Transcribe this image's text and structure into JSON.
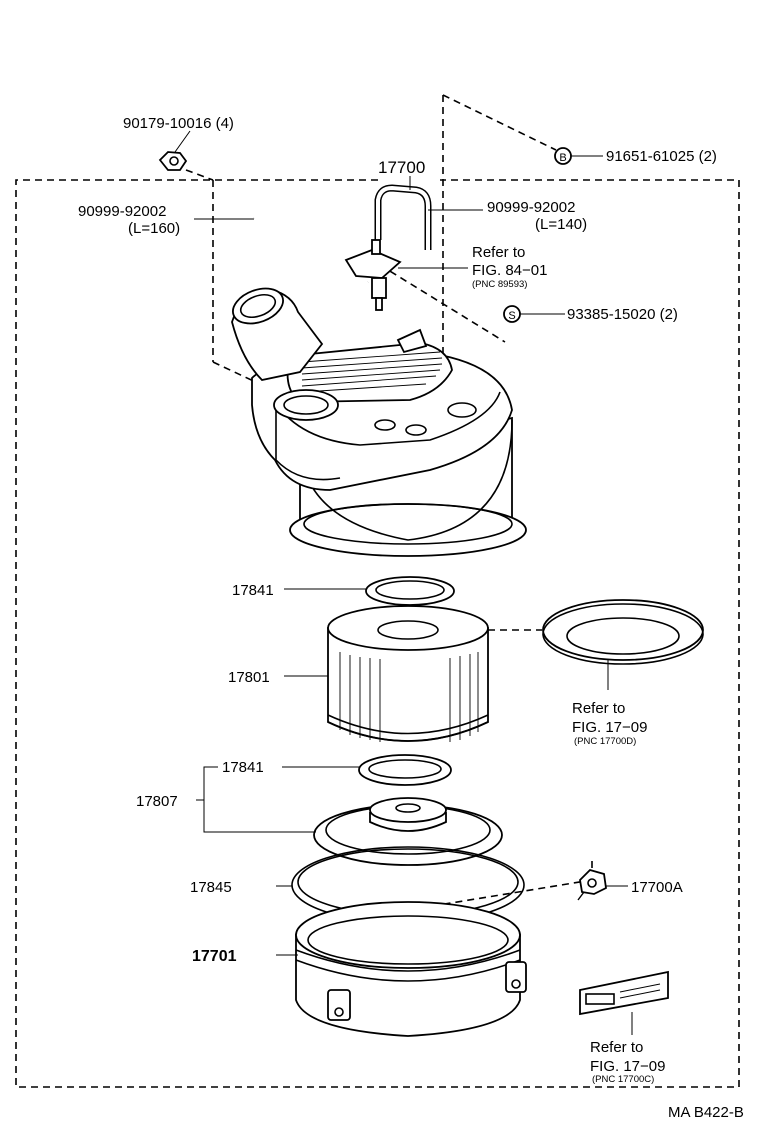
{
  "labels": {
    "p_90179": "90179-10016 (4)",
    "p_91651": "91651-61025 (2)",
    "p_17700": "17700",
    "hose_left_pn": "90999-92002",
    "hose_left_len": "(L=160)",
    "hose_right_pn": "90999-92002",
    "hose_right_len": "(L=140)",
    "refer_84_a": "Refer to",
    "refer_84_b": "FIG. 84−01",
    "refer_84_c": "(PNC 89593)",
    "p_93385": "93385-15020 (2)",
    "p_17841_top": "17841",
    "p_17801": "17801",
    "refer_1709a_a": "Refer to",
    "refer_1709a_b": "FIG. 17−09",
    "refer_1709a_c": "(PNC 17700D)",
    "p_17841_bot": "17841",
    "p_17807": "17807",
    "p_17845": "17845",
    "p_17700A": "17700A",
    "p_17701": "17701",
    "refer_1709b_a": "Refer to",
    "refer_1709b_b": "FIG. 17−09",
    "refer_1709b_c": "(PNC 17700C)",
    "diagram_id": "MA B422-B",
    "circle_b": "B",
    "circle_s": "S"
  }
}
